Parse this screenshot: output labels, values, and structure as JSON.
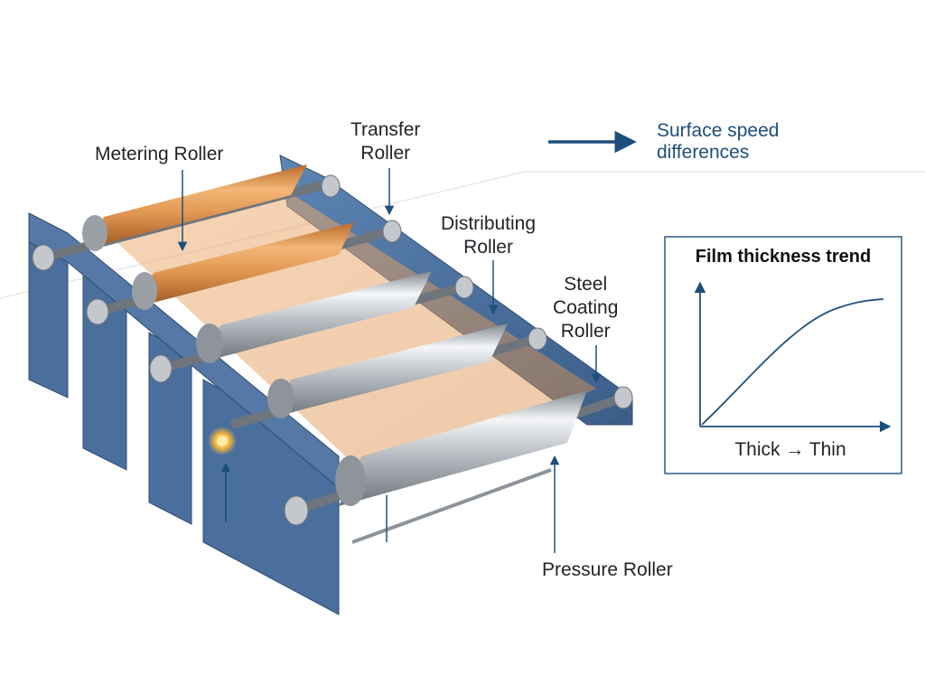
{
  "labels": {
    "metering": "Metering Roller",
    "transfer": [
      "Transfer",
      "Roller"
    ],
    "distributing": [
      "Distributing",
      "Roller"
    ],
    "steel": [
      "Steel",
      "Coating",
      "Roller"
    ],
    "pressure": "Pressure Roller"
  },
  "speed_note": [
    "Surface speed",
    "differences"
  ],
  "inset_chart": {
    "title": "Film thickness trend",
    "xlabel": "Thick → Thin"
  },
  "colors": {
    "frame": "#4a6f9c",
    "frame_dark": "#34557e",
    "coating": "#e09a52",
    "steel": "#c8ccd1",
    "accent": "#1d4f7c",
    "glow": "#f6b73c"
  }
}
